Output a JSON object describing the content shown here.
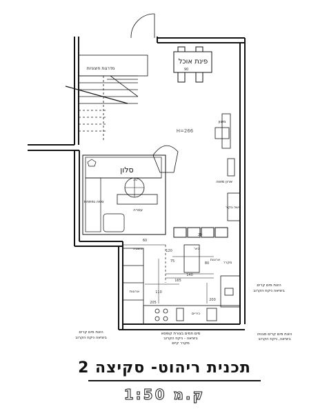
{
  "labels": {
    "dining": "פינת אוכל",
    "height_mark": "H=266",
    "stairs_desc": "מדרגות חיצוניות",
    "salon": "סלון",
    "sofa_bed": "ספה נפתחת",
    "ottoman": "עטרה",
    "tv_unit": "מזנון",
    "pantry": "ארון מזווה",
    "niche": "נישה בקיר",
    "kitchen_top": "משטח",
    "kitchen_sink": "כיור",
    "fridge": "מקרר",
    "cabinet_a": "ארונות",
    "cabinet_b": "ארונות",
    "cooktop": "כיריים",
    "note_left_1": "הזנת מים קרים",
    "note_left_2": "ביציאה ניקוז הקרוב",
    "note_mid_1": "הזנת מים קרים מבניה",
    "note_mid_2": "ביציאה, ניקוז הקרוב",
    "note_bottom_1": "מים חמים בצורת קופסא",
    "note_bottom_2": "ביציאה - ניקוז הקרוב",
    "note_bottom_3": "מקרר קיים",
    "note_right_1": "הזנת מים קרים",
    "note_right_2": "ביציאה ניקוז הקרוב",
    "dim_20": "20",
    "dim_30": "30",
    "dim_60": "60",
    "dim_75": "75",
    "dim_80": "80",
    "dim_90": "90",
    "dim_110": "110",
    "dim_120": "120",
    "dim_140": "140",
    "dim_165": "165",
    "dim_200": "200",
    "dim_205": "205"
  },
  "title": "תכנית ריהוט- סקיצה 2",
  "scale": "1:50 ק.מ"
}
